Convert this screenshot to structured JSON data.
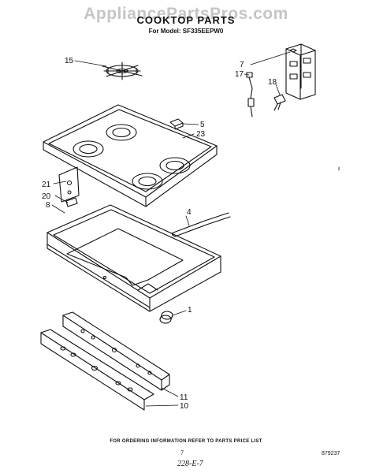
{
  "watermark": "AppliancePartsPros.com",
  "title": "COOKTOP PARTS",
  "subtitle": "For Model: SF335EEPW0",
  "footer_note": "FOR ORDERING INFORMATION REFER TO PARTS PRICE LIST",
  "page_number": "7",
  "doc_number": "879237",
  "handwritten_note": "228-E-7",
  "callouts": {
    "c15": "15",
    "c7": "7",
    "c17": "17",
    "c18": "18",
    "c5": "5",
    "c23": "23",
    "c21": "21",
    "c20": "20",
    "c8": "8",
    "c4": "4",
    "c1": "1",
    "c11": "11",
    "c10": "10"
  }
}
